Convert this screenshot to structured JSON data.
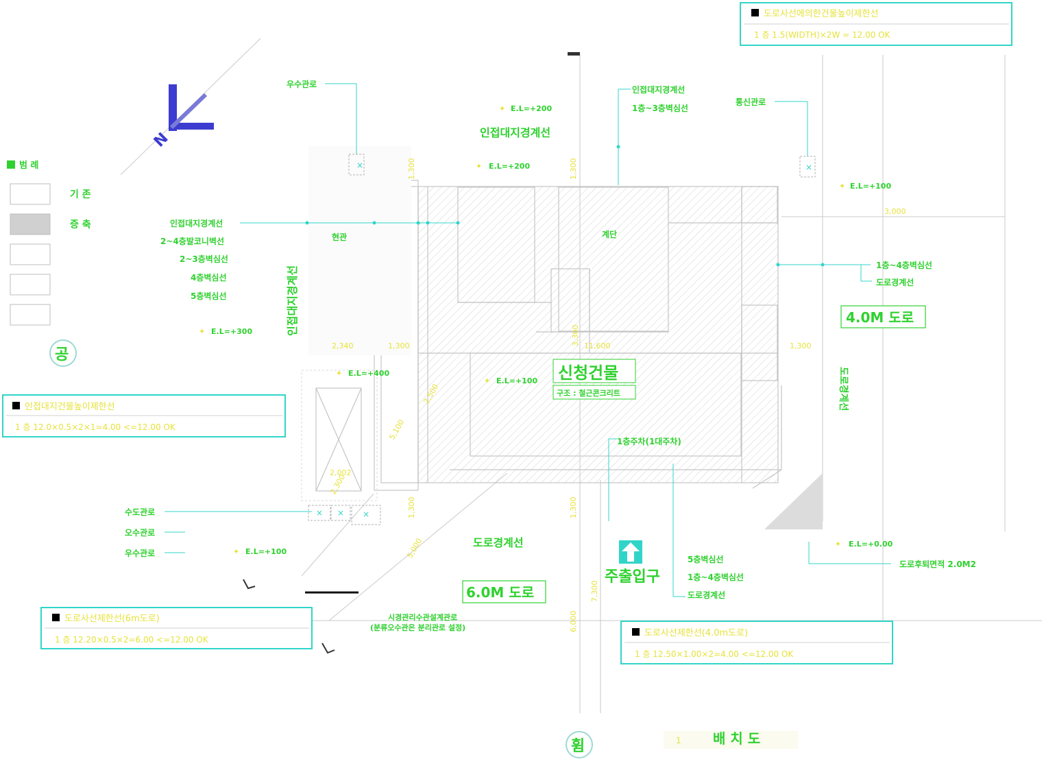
{
  "colors": {
    "green": "#2fd12f",
    "yellow": "#e6e23a",
    "cyan": "#30d5c8",
    "blue": "#3c3cd0",
    "gray": "#c9c9c9"
  },
  "legend": {
    "title": "범 례",
    "items": [
      "기 존",
      "증 축"
    ]
  },
  "legend_symbol": "공",
  "bottom_symbol": "휨",
  "title_sheet": {
    "number": "1",
    "name": "배 치 도"
  },
  "boxes": {
    "top_right": {
      "title": "도로사선에의한건물높이제한선",
      "formula": "1 층  1.5(WIDTH)×2W = 12.00 OK"
    },
    "left": {
      "title": "인접대지건물높이제한선",
      "formula": "1 층  12.0×0.5×2×1=4.00 <=12.00 OK"
    },
    "bottom_left": {
      "title": "도로사선제한선(6m도로)",
      "formula": "1 층  12.20×0.5×2=6.00 <=12.00 OK"
    },
    "bottom_right": {
      "title": "도로사선제한선(4.0m도로)",
      "formula": "1 층  12.50×1.00×2=4.00 <=12.00 OK"
    }
  },
  "labels": {
    "rain_pipe": "우수관로",
    "el_200a": "E.L=+200",
    "adjacent_boundary_big": "인접대지경계선",
    "el_200b": "E.L=+200",
    "adj_boundary_tr": "인접대지경계선",
    "floors_1_3": "1층~3층벽심선",
    "telecom": "통신관로",
    "el_100_tr": "E.L=+100",
    "left_adj": "인접대지경계선",
    "left_2_4": "2~4층발코니벽선",
    "left_2_3": "2~3층벽심선",
    "left_4": "4층벽심선",
    "left_5": "5층벽심선",
    "el_300": "E.L=+300",
    "adjacent_vertical": "인접대지경계선",
    "entrance_area": "현관",
    "stair": "계단",
    "floors_1_4_r": "1층~4층벽심선",
    "road_boundary_r": "도로경계선",
    "road_4m": "4.0M 도로",
    "new_building": "신청건물",
    "structure": "구조 : 철근콘크리트",
    "el_400": "E.L=+400",
    "el_100_center": "E.L=+100",
    "road_boundary_vertical": "도로경계선",
    "parking": "1층주차(1대주차)",
    "water_pipe": "수도관로",
    "sewage_pipe": "오수관로",
    "storm_pipe": "우수관로",
    "el_100_bl": "E.L=+100",
    "road_boundary_b": "도로경계선",
    "main_entrance": "주출입구",
    "floor_5": "5층벽심선",
    "floors_1_4_b": "1층~4층벽심선",
    "road_boundary_b2": "도로경계선",
    "el_0": "E.L=+0.00",
    "road_width_note": "도로후퇴면적 2.0M2",
    "road_6m": "6.0M 도로",
    "sewer_note1": "시경관리수관설계관로",
    "sewer_note2": "(분류오수관은 분리관로 설정)"
  },
  "dims": {
    "d_1300_v1": "1,300",
    "d_1300_v2": "1,300",
    "d_2340": "2,340",
    "d_1300_h1": "1,300",
    "d_11600": "11,600",
    "d_1300_h2": "1,300",
    "d_3300": "3,300",
    "d_5100": "5,100",
    "d_2002": "2,002",
    "d_2500": "2,500",
    "d_5000": "5,000",
    "d_1300_v3": "1,300",
    "d_1300_v4": "1,300",
    "d_7300": "7,300",
    "d_6000": "6,000",
    "d_2300": "2,300",
    "d_3000": "3,000"
  }
}
